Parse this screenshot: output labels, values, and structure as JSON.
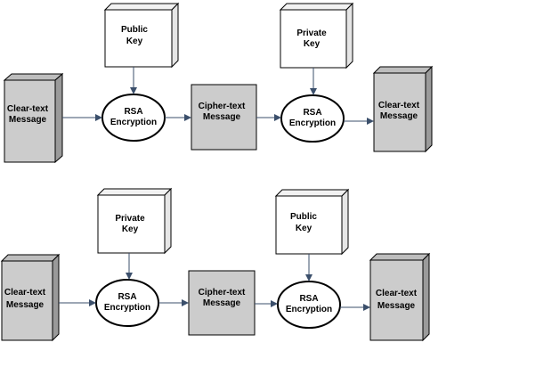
{
  "flows": [
    {
      "input": {
        "line1": "Clear-text",
        "line2": "Message"
      },
      "key1": {
        "line1": "Public",
        "line2": "Key"
      },
      "enc1": {
        "line1": "RSA",
        "line2": "Encryption"
      },
      "cipher": {
        "line1": "Cipher-text",
        "line2": "Message"
      },
      "key2": {
        "line1": "Private",
        "line2": "Key"
      },
      "enc2": {
        "line1": "RSA",
        "line2": "Encryption"
      },
      "output": {
        "line1": "Clear-text",
        "line2": "Message"
      }
    },
    {
      "input": {
        "line1": "Clear-text",
        "line2": "Message"
      },
      "key1": {
        "line1": "Private",
        "line2": "Key"
      },
      "enc1": {
        "line1": "RSA",
        "line2": "Encryption"
      },
      "cipher": {
        "line1": "Cipher-text",
        "line2": "Message"
      },
      "key2": {
        "line1": "Public",
        "line2": "Key"
      },
      "enc2": {
        "line1": "RSA",
        "line2": "Encryption"
      },
      "output": {
        "line1": "Clear-text",
        "line2": "Message"
      }
    }
  ],
  "colors": {
    "box_fill_gray": "#cccccc",
    "box_side_gray": "#9a9a9a",
    "box_fill_white": "#ffffff",
    "box_side_white": "#e6e6e6",
    "arrow": "#3b4f6b",
    "stroke": "#000000"
  }
}
